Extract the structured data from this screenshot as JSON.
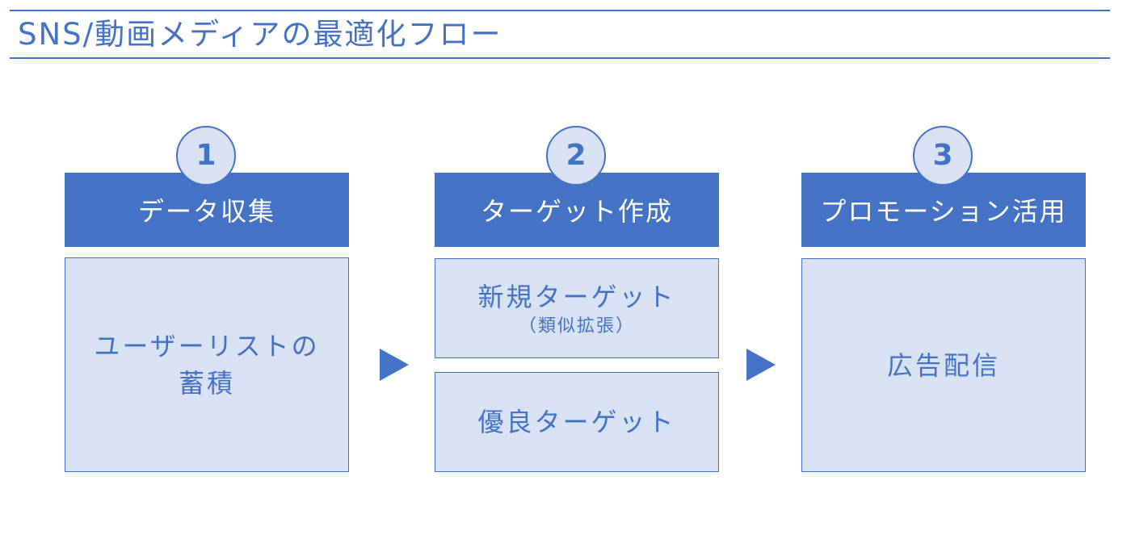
{
  "title": "SNS/動画メディアの最適化フロー",
  "steps": [
    {
      "number": "1",
      "header": "データ収集",
      "boxes": [
        {
          "lines": [
            "ユーザーリストの",
            "蓄積"
          ]
        }
      ]
    },
    {
      "number": "2",
      "header": "ターゲット作成",
      "boxes": [
        {
          "main": "新規ターゲット",
          "sub": "（類似拡張）"
        },
        {
          "main": "優良ターゲット"
        }
      ]
    },
    {
      "number": "3",
      "header": "プロモーション活用",
      "boxes": [
        {
          "main": "広告配信"
        }
      ]
    }
  ],
  "colors": {
    "accent": "#4472c4",
    "box_fill": "#d9e2f3",
    "header_text": "#ffffff"
  },
  "icons": [
    "arrow-right-icon",
    "arrow-right-icon"
  ]
}
